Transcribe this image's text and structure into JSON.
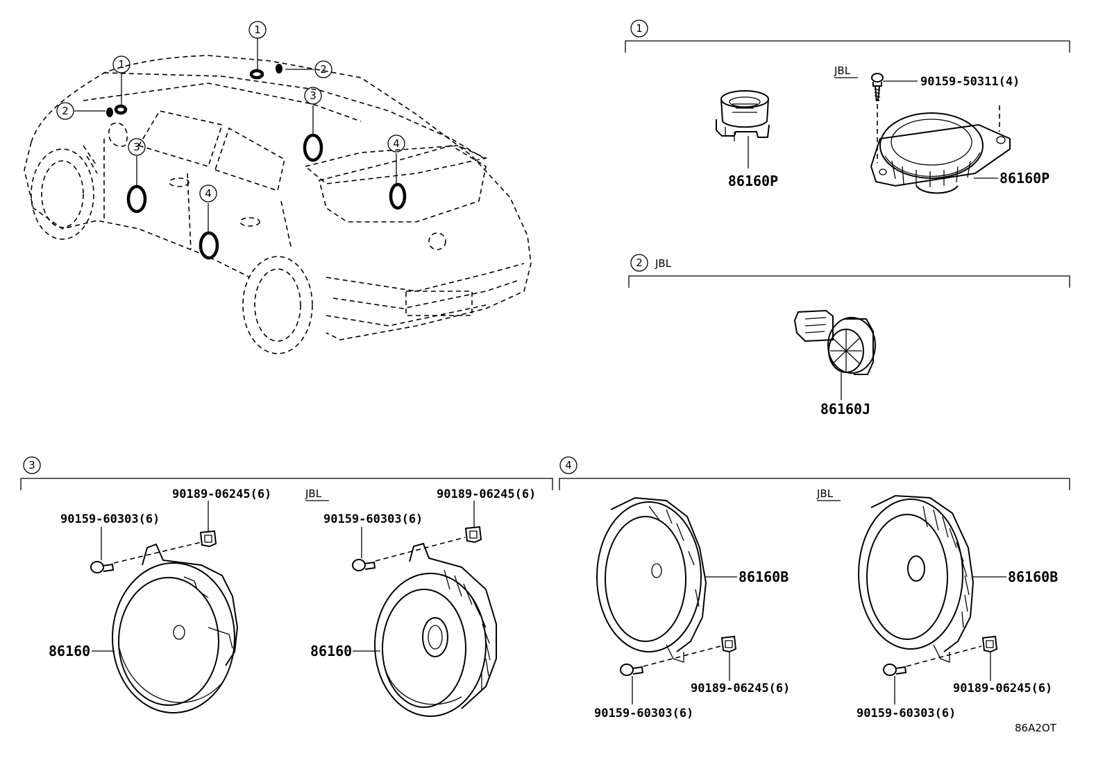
{
  "callouts": [
    "1",
    "2",
    "3",
    "4"
  ],
  "sections": {
    "s1": {
      "number": "1",
      "variant_label": "JBL",
      "parts": {
        "tweeter": "86160P",
        "jbl_tweeter": "86160P",
        "screw": "90159-50311(4)"
      }
    },
    "s2": {
      "number": "2",
      "variant_label": "JBL",
      "parts": {
        "tweeter": "86160J"
      }
    },
    "s3": {
      "number": "3",
      "variant_label": "JBL",
      "parts": {
        "clip_std": "90189-06245(6)",
        "screw_std": "90159-60303(6)",
        "speaker_std": "86160",
        "clip_jbl": "90189-06245(6)",
        "screw_jbl": "90159-60303(6)",
        "speaker_jbl": "86160"
      }
    },
    "s4": {
      "number": "4",
      "variant_label": "JBL",
      "parts": {
        "speaker_std": "86160B",
        "clip_std": "90189-06245(6)",
        "screw_std": "90159-60303(6)",
        "speaker_jbl": "86160B",
        "clip_jbl": "90189-06245(6)",
        "screw_jbl": "90159-60303(6)"
      }
    }
  },
  "diagram_code": "86A2OT"
}
